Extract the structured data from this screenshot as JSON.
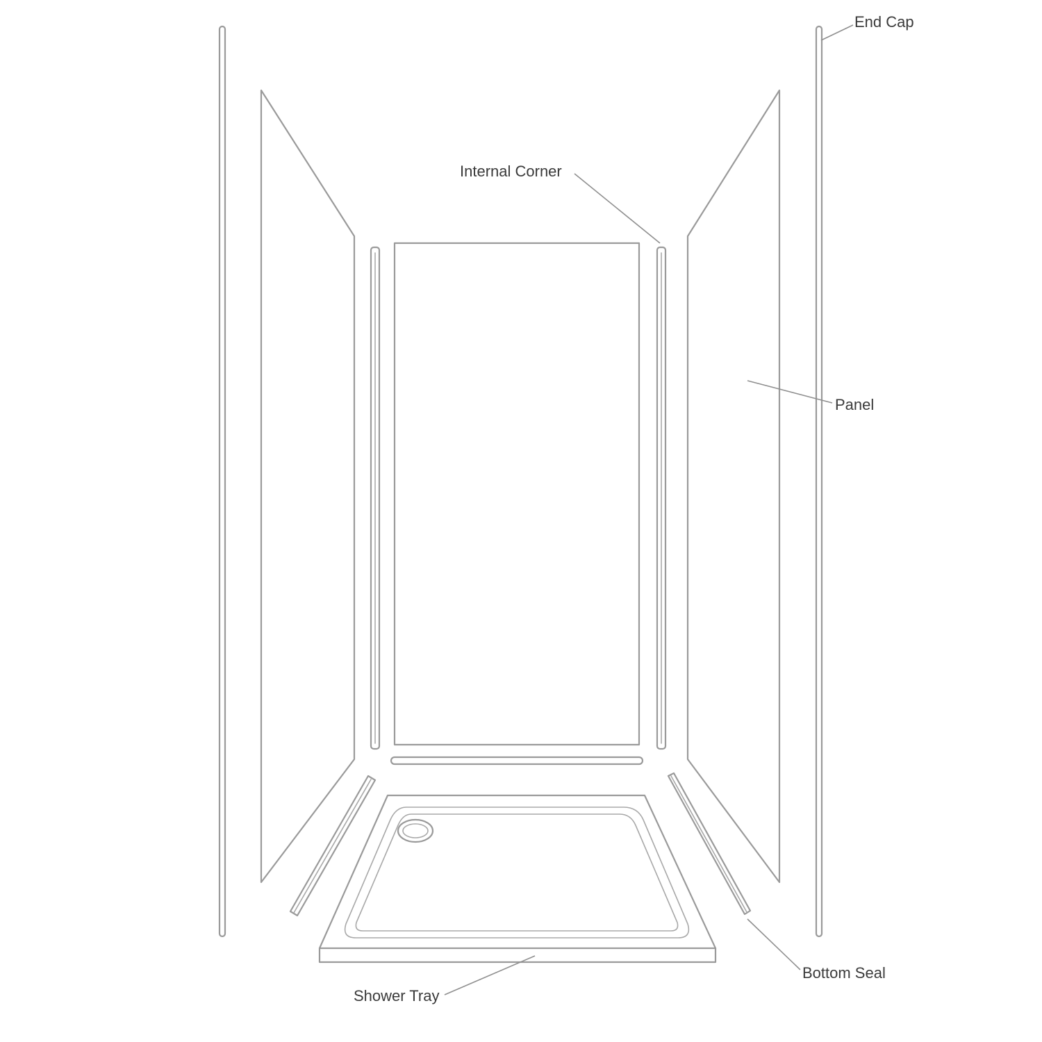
{
  "labels": {
    "end_cap": "End Cap",
    "internal_corner": "Internal Corner",
    "panel": "Panel",
    "bottom_seal": "Bottom Seal",
    "shower_tray": "Shower Tray"
  },
  "colors": {
    "outline": "#9a9a9a",
    "leader": "#8f8f8f",
    "text": "#3a3a3a",
    "background": "#ffffff"
  }
}
